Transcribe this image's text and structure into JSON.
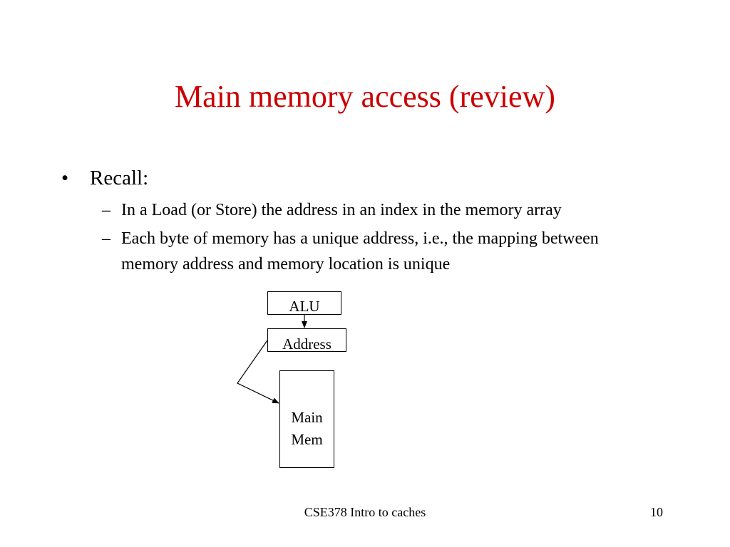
{
  "slide": {
    "title": "Main memory access (review)",
    "bullet": {
      "marker": "•",
      "text": "Recall:"
    },
    "sub_items": [
      {
        "marker": "–",
        "text": "In  a Load (or Store) the address in an index in the memory array"
      },
      {
        "marker": "–",
        "text": "Each byte of memory has a unique address, i.e., the mapping between memory address and memory location is unique"
      }
    ],
    "diagram": {
      "alu_label": "ALU",
      "address_label": "Address",
      "mem_line1": "Main",
      "mem_line2": "Mem"
    },
    "footer": "CSE378 Intro to caches",
    "page_number": "10"
  },
  "colors": {
    "title": "#cc0000",
    "text": "#000000",
    "background": "#ffffff"
  }
}
